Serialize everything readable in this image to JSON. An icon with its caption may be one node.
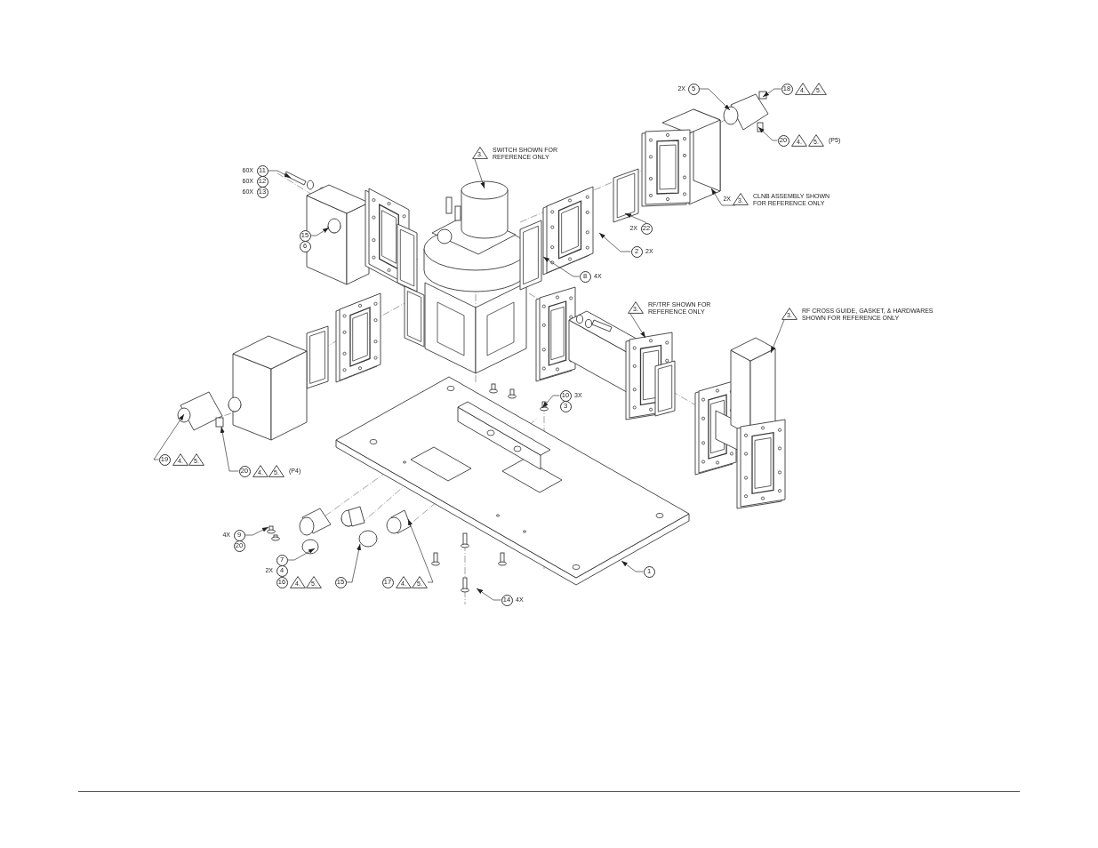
{
  "diagram": {
    "nodes": [
      {
        "text": [
          "5"
        ],
        "beside": [
          "2X"
        ]
      },
      {
        "text": [
          "18"
        ]
      },
      {
        "text": [
          "4."
        ]
      },
      {
        "text": [
          "5."
        ]
      },
      {
        "text": [
          "20"
        ]
      },
      {
        "text": [
          "4."
        ]
      },
      {
        "text": [
          "5."
        ],
        "beside": [
          "(P5)"
        ]
      },
      {
        "text": [
          "3."
        ],
        "beside": [
          "SWITCH SHOWN FOR REFERENCE ONLY"
        ]
      },
      {
        "text": [
          "11"
        ],
        "beside": [
          "60X"
        ]
      },
      {
        "text": [
          "12"
        ],
        "beside": [
          "60X"
        ]
      },
      {
        "text": [
          "13"
        ],
        "beside": [
          "60X"
        ]
      },
      {
        "text": [
          "3."
        ],
        "beside": [
          "2X",
          "CLNB ASSEMBLY SHOWN FOR REFERENCE ONLY"
        ]
      },
      {
        "text": [
          "22"
        ],
        "beside": [
          "2X"
        ]
      },
      {
        "text": [
          "15"
        ]
      },
      {
        "text": [
          "6"
        ]
      },
      {
        "text": [
          "2"
        ],
        "beside": [
          "2X"
        ]
      },
      {
        "text": [
          "8"
        ],
        "beside": [
          "4X"
        ]
      },
      {
        "text": [
          "3."
        ],
        "beside": [
          "RF/TRF SHOWN FOR REFERENCE ONLY"
        ]
      },
      {
        "text": [
          "3."
        ],
        "beside": [
          "RF CROSS GUIDE, GASKET, & HARDWARES SHOWN FOR REFERENCE ONLY"
        ]
      },
      {
        "text": [
          "10"
        ],
        "beside": [
          "3X"
        ]
      },
      {
        "text": [
          "3"
        ]
      },
      {
        "text": [
          "19"
        ]
      },
      {
        "text": [
          "4."
        ]
      },
      {
        "text": [
          "5."
        ]
      },
      {
        "text": [
          "20"
        ]
      },
      {
        "text": [
          "4."
        ]
      },
      {
        "text": [
          "5."
        ],
        "beside": [
          "(P4)"
        ]
      },
      {
        "text": [
          "9"
        ],
        "beside": [
          "4X"
        ]
      },
      {
        "text": [
          "20"
        ]
      },
      {
        "text": [
          "7"
        ]
      },
      {
        "text": [
          "4"
        ],
        "beside": [
          "2X"
        ]
      },
      {
        "text": [
          "16"
        ]
      },
      {
        "text": [
          "4."
        ]
      },
      {
        "text": [
          "5."
        ]
      },
      {
        "text": [
          "15"
        ]
      },
      {
        "text": [
          "17"
        ]
      },
      {
        "text": [
          "4."
        ]
      },
      {
        "text": [
          "5."
        ]
      },
      {
        "text": [
          "1"
        ]
      },
      {
        "text": [
          "14"
        ],
        "beside": [
          "4X"
        ]
      }
    ],
    "edges": [
      {
        "from": 0,
        "to": null,
        "arrow": "to"
      },
      {
        "from": 1,
        "to": null,
        "arrow": "to"
      },
      {
        "from": 4,
        "to": null,
        "arrow": "to"
      },
      {
        "from": 7,
        "to": null,
        "arrow": "to"
      },
      {
        "from": 8,
        "to": null,
        "arrow": "to"
      },
      {
        "from": 11,
        "to": null,
        "arrow": "to"
      },
      {
        "from": 12,
        "to": null,
        "arrow": "to"
      },
      {
        "from": 13,
        "to": null,
        "arrow": "to"
      },
      {
        "from": 15,
        "to": null,
        "arrow": "to"
      },
      {
        "from": 16,
        "to": null,
        "arrow": "to"
      },
      {
        "from": 17,
        "to": null,
        "arrow": "to"
      },
      {
        "from": 18,
        "to": null,
        "arrow": "to"
      },
      {
        "from": 19,
        "to": null,
        "arrow": "to"
      },
      {
        "from": 21,
        "to": null,
        "arrow": "to"
      },
      {
        "from": 24,
        "to": null,
        "arrow": "to"
      },
      {
        "from": 27,
        "to": null,
        "arrow": "to"
      },
      {
        "from": 29,
        "to": null,
        "arrow": "to"
      },
      {
        "from": 34,
        "to": null,
        "arrow": "to"
      },
      {
        "from": 37,
        "to": null,
        "arrow": "to"
      },
      {
        "from": 38,
        "to": null,
        "arrow": "to"
      },
      {
        "from": 39,
        "to": null,
        "arrow": "to"
      }
    ]
  }
}
